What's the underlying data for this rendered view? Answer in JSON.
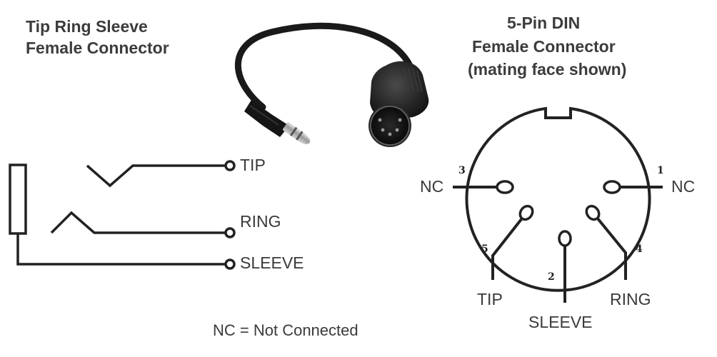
{
  "trs": {
    "title_line1": "Tip Ring Sleeve",
    "title_line2": "Female Connector",
    "terminals": {
      "tip": "TIP",
      "ring": "RING",
      "sleeve": "SLEEVE"
    }
  },
  "din": {
    "title_line1": "5-Pin DIN",
    "title_line2": "Female Connector",
    "title_line3": "(mating face shown)",
    "pins": {
      "p1": {
        "number": "1",
        "label": "NC"
      },
      "p2": {
        "number": "2",
        "label": "SLEEVE"
      },
      "p3": {
        "number": "3",
        "label": "NC"
      },
      "p4": {
        "number": "4",
        "label": "RING"
      },
      "p5": {
        "number": "5",
        "label": "TIP"
      }
    }
  },
  "legend": {
    "text": "NC = Not Connected"
  },
  "colors": {
    "ink": "#222222",
    "text": "#3a3a3a",
    "cable": "#1a1a1a",
    "plug_metal": "#b8b8b8"
  }
}
